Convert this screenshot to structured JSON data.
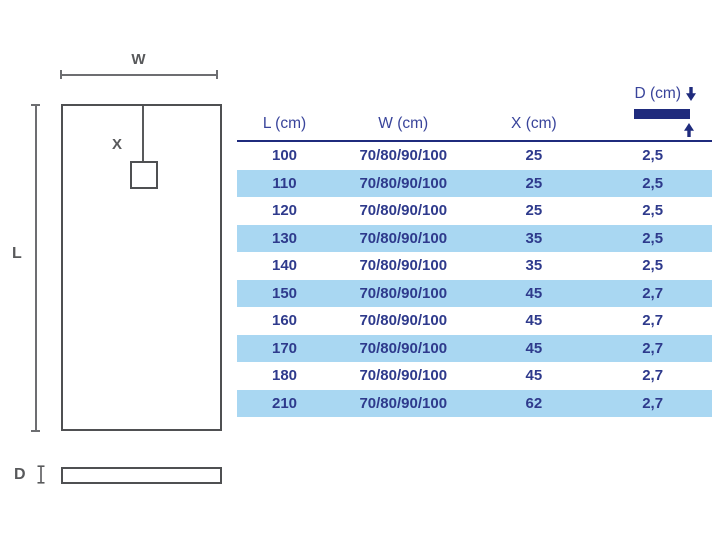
{
  "diagram": {
    "width_label": "W",
    "length_label": "L",
    "drain_label": "X",
    "depth_label": "D"
  },
  "table": {
    "columns": [
      "L (cm)",
      "W (cm)",
      "X (cm)",
      "D (cm)"
    ],
    "rows": [
      [
        "100",
        "70/80/90/100",
        "25",
        "2,5"
      ],
      [
        "110",
        "70/80/90/100",
        "25",
        "2,5"
      ],
      [
        "120",
        "70/80/90/100",
        "25",
        "2,5"
      ],
      [
        "130",
        "70/80/90/100",
        "35",
        "2,5"
      ],
      [
        "140",
        "70/80/90/100",
        "35",
        "2,5"
      ],
      [
        "150",
        "70/80/90/100",
        "45",
        "2,7"
      ],
      [
        "160",
        "70/80/90/100",
        "45",
        "2,7"
      ],
      [
        "170",
        "70/80/90/100",
        "45",
        "2,7"
      ],
      [
        "180",
        "70/80/90/100",
        "45",
        "2,7"
      ],
      [
        "210",
        "70/80/90/100",
        "62",
        "2,7"
      ]
    ]
  },
  "colors": {
    "navy": "#1f2b7d",
    "table_text": "#2e3a8c",
    "row_highlight_blue": "#a9d7f2",
    "drawing_gray": "#58595b"
  }
}
